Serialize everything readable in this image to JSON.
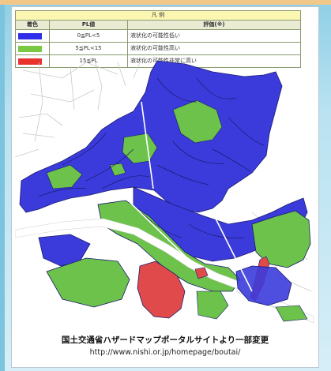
{
  "legend": {
    "title": "凡 例",
    "headers": {
      "color": "着色",
      "pl": "PL値",
      "eval": "評価(※)"
    },
    "rows": [
      {
        "color": "#2e2ee8",
        "pl": "0≦PL<5",
        "desc": "液状化の可能性低い"
      },
      {
        "color": "#7ac943",
        "pl": "5≦PL<15",
        "desc": "液状化の可能性高い"
      },
      {
        "color": "#e8322e",
        "pl": "15≦PL",
        "desc": "液状化の可能性非常に高い"
      }
    ]
  },
  "map": {
    "low_color": "#3b3bdc",
    "high_color": "#6cc24a",
    "very_high_color": "#e04a4a",
    "outline_color": "#1a1a6e"
  },
  "caption": {
    "line1": "国土交通省ハザードマップポータルサイトより一部変更",
    "line2": "http://www.nishi.or.jp/homepage/boutai/"
  }
}
